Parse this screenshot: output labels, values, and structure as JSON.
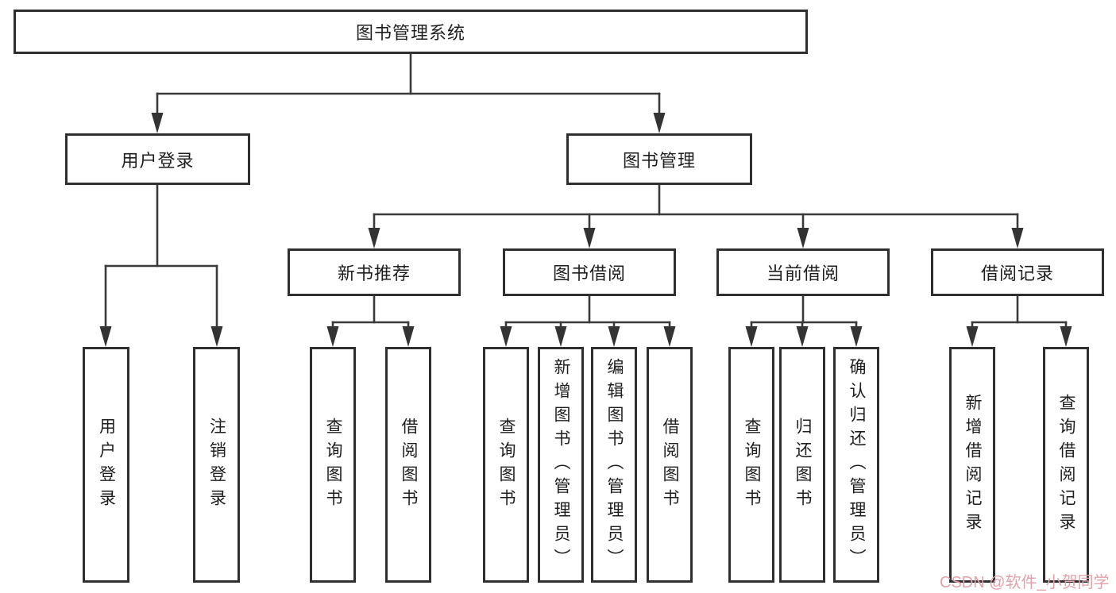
{
  "tree": {
    "label": "图书管理系统",
    "children": [
      {
        "label": "用户登录",
        "children": [
          {
            "label": "用户登录"
          },
          {
            "label": "注销登录"
          }
        ]
      },
      {
        "label": "图书管理",
        "children": [
          {
            "label": "新书推荐",
            "children": [
              {
                "label": "查询图书"
              },
              {
                "label": "借阅图书"
              }
            ]
          },
          {
            "label": "图书借阅",
            "children": [
              {
                "label": "查询图书"
              },
              {
                "label": "新增图书（管理员）"
              },
              {
                "label": "编辑图书（管理员）"
              },
              {
                "label": "借阅图书"
              }
            ]
          },
          {
            "label": "当前借阅",
            "children": [
              {
                "label": "查询图书"
              },
              {
                "label": "归还图书"
              },
              {
                "label": "确认归还（管理员）"
              }
            ]
          },
          {
            "label": "借阅记录",
            "children": [
              {
                "label": "新增借阅记录"
              },
              {
                "label": "查询借阅记录"
              }
            ]
          }
        ]
      }
    ]
  },
  "watermark": {
    "text": "CSDN @软件_小贺同学",
    "color": "#e2a2ab"
  },
  "colors": {
    "line": "#3a3a3a",
    "box_border": "#2f2f2f",
    "text": "#1e1e1e",
    "background": "#ffffff"
  }
}
